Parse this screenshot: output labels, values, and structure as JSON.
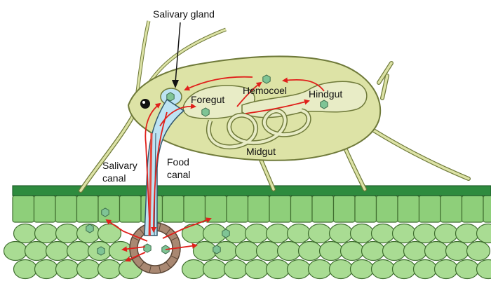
{
  "labels": {
    "salivary_gland": "Salivary gland",
    "hemocoel": "Hemocoel",
    "hindgut": "Hindgut",
    "foregut": "Foregut",
    "midgut": "Midgut",
    "salivary_canal_line1": "Salivary",
    "salivary_canal_line2": "canal",
    "food_canal_line1": "Food",
    "food_canal_line2": "canal"
  },
  "colors": {
    "body": "#dde3a6",
    "body_stroke": "#6f7a3a",
    "gut": "#e8ecc6",
    "leaf_surface": "#2e8b3e",
    "epidermis": "#8ecf7a",
    "mesophyll": "#a9dc93",
    "cell_stroke": "#3f6e2f",
    "virus": "#7fc495",
    "arrow": "#e0201b",
    "phloem": "#a98872",
    "stylet_salivary": "#bde3f3",
    "stylet_food": "#e44a3f"
  }
}
